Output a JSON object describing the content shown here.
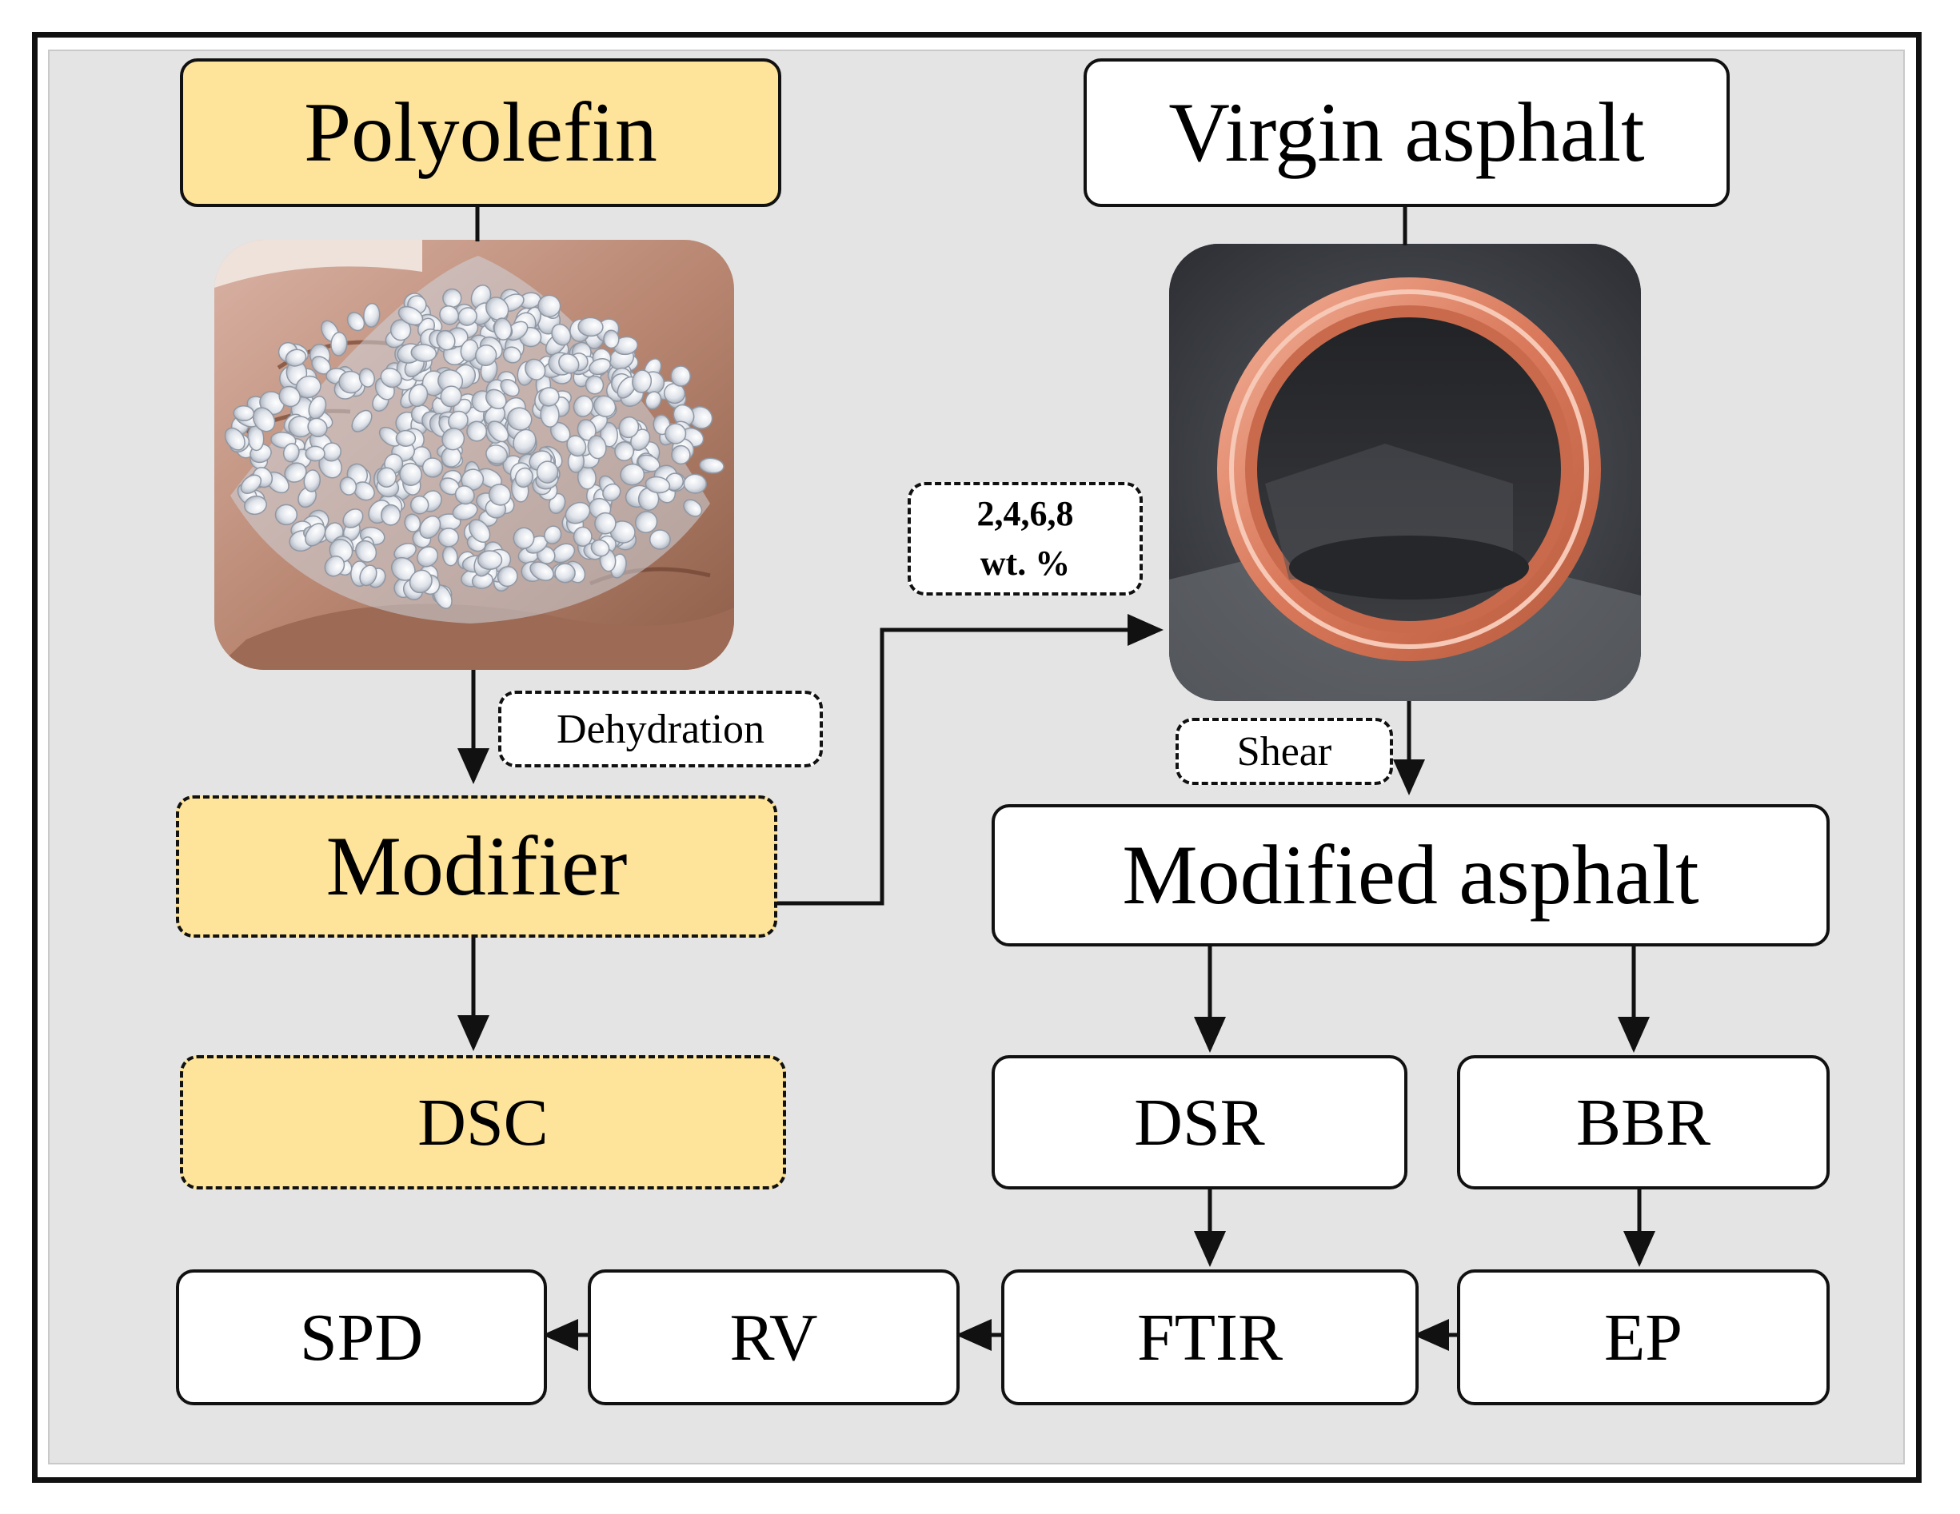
{
  "nodes": {
    "polyolefin": "Polyolefin",
    "virgin_asphalt": "Virgin asphalt",
    "dehydration": "Dehydration",
    "modifier": "Modifier",
    "dosage_line1": "2,4,6,8",
    "dosage_line2": "wt. %",
    "shear": "Shear",
    "modified_asphalt": "Modified asphalt",
    "dsc": "DSC",
    "dsr": "DSR",
    "bbr": "BBR",
    "spd": "SPD",
    "rv": "RV",
    "ftir": "FTIR",
    "ep": "EP"
  },
  "images": {
    "pellets": "polyolefin-pellets-photo",
    "asphalt": "virgin-asphalt-photo"
  },
  "colors": {
    "modifier_fill": "#fde49a",
    "panel": "#e4e4e4",
    "stroke": "#111111"
  }
}
